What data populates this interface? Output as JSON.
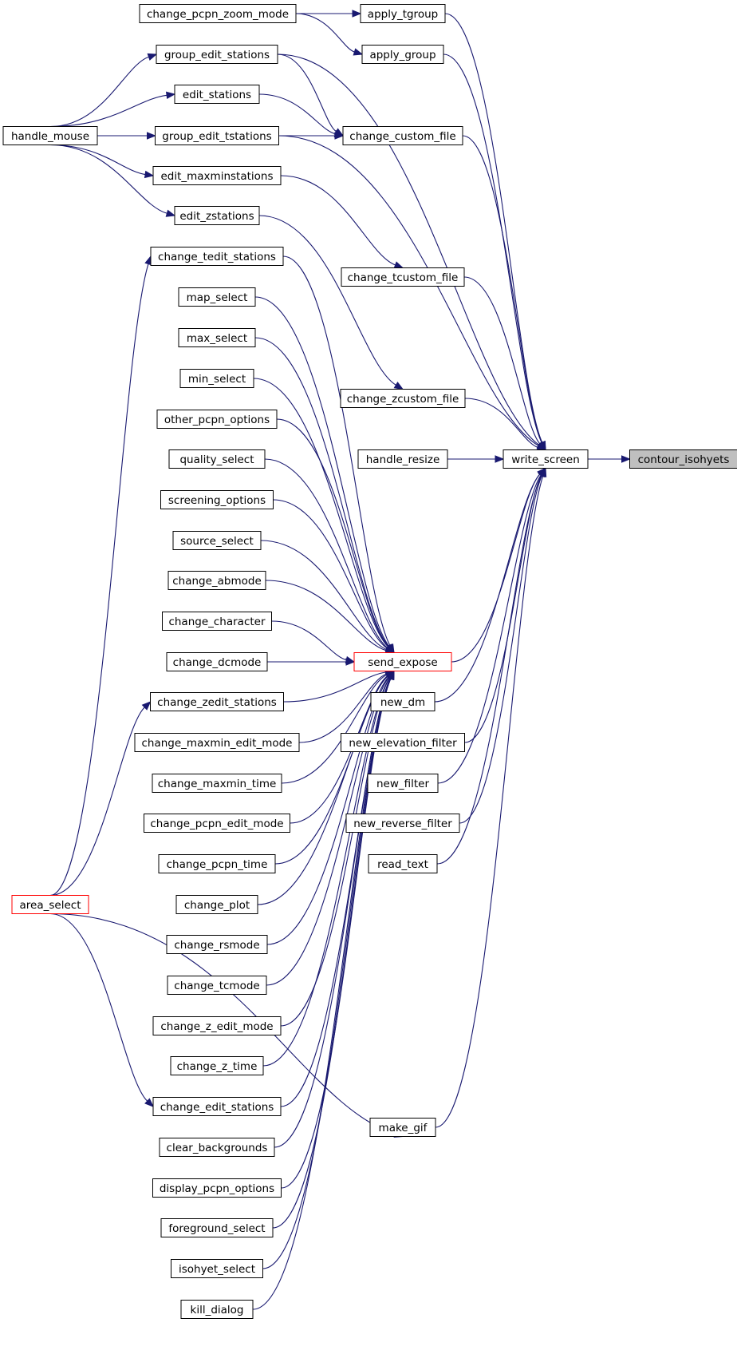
{
  "diagram": {
    "type": "call-graph",
    "colors": {
      "edge": "#191970",
      "node_border": "#000000",
      "highlight_border": "#ff0000",
      "root_fill": "#bfbfbf",
      "node_fill": "#ffffff"
    },
    "nodes": [
      {
        "id": "contour_isohyets",
        "label": "contour_isohyets",
        "role": "root"
      },
      {
        "id": "write_screen",
        "label": "write_screen"
      },
      {
        "id": "change_pcpn_zoom_mode",
        "label": "change_pcpn_zoom_mode"
      },
      {
        "id": "apply_tgroup",
        "label": "apply_tgroup"
      },
      {
        "id": "apply_group",
        "label": "apply_group"
      },
      {
        "id": "group_edit_stations",
        "label": "group_edit_stations"
      },
      {
        "id": "edit_stations",
        "label": "edit_stations"
      },
      {
        "id": "handle_mouse",
        "label": "handle_mouse"
      },
      {
        "id": "group_edit_tstations",
        "label": "group_edit_tstations"
      },
      {
        "id": "change_custom_file",
        "label": "change_custom_file"
      },
      {
        "id": "edit_maxminstations",
        "label": "edit_maxminstations"
      },
      {
        "id": "edit_zstations",
        "label": "edit_zstations"
      },
      {
        "id": "change_tedit_stations",
        "label": "change_tedit_stations"
      },
      {
        "id": "change_tcustom_file",
        "label": "change_tcustom_file"
      },
      {
        "id": "map_select",
        "label": "map_select"
      },
      {
        "id": "max_select",
        "label": "max_select"
      },
      {
        "id": "min_select",
        "label": "min_select"
      },
      {
        "id": "change_zcustom_file",
        "label": "change_zcustom_file"
      },
      {
        "id": "other_pcpn_options",
        "label": "other_pcpn_options"
      },
      {
        "id": "quality_select",
        "label": "quality_select"
      },
      {
        "id": "handle_resize",
        "label": "handle_resize"
      },
      {
        "id": "screening_options",
        "label": "screening_options"
      },
      {
        "id": "source_select",
        "label": "source_select"
      },
      {
        "id": "change_abmode",
        "label": "change_abmode"
      },
      {
        "id": "change_character",
        "label": "change_character"
      },
      {
        "id": "send_expose",
        "label": "send_expose",
        "role": "highlight"
      },
      {
        "id": "change_dcmode",
        "label": "change_dcmode"
      },
      {
        "id": "new_dm",
        "label": "new_dm"
      },
      {
        "id": "change_zedit_stations",
        "label": "change_zedit_stations"
      },
      {
        "id": "change_maxmin_edit_mode",
        "label": "change_maxmin_edit_mode"
      },
      {
        "id": "new_elevation_filter",
        "label": "new_elevation_filter"
      },
      {
        "id": "change_maxmin_time",
        "label": "change_maxmin_time"
      },
      {
        "id": "new_filter",
        "label": "new_filter"
      },
      {
        "id": "change_pcpn_edit_mode",
        "label": "change_pcpn_edit_mode"
      },
      {
        "id": "new_reverse_filter",
        "label": "new_reverse_filter"
      },
      {
        "id": "change_pcpn_time",
        "label": "change_pcpn_time"
      },
      {
        "id": "read_text",
        "label": "read_text"
      },
      {
        "id": "area_select",
        "label": "area_select",
        "role": "highlight"
      },
      {
        "id": "change_plot",
        "label": "change_plot"
      },
      {
        "id": "change_rsmode",
        "label": "change_rsmode"
      },
      {
        "id": "change_tcmode",
        "label": "change_tcmode"
      },
      {
        "id": "change_z_edit_mode",
        "label": "change_z_edit_mode"
      },
      {
        "id": "change_z_time",
        "label": "change_z_time"
      },
      {
        "id": "change_edit_stations",
        "label": "change_edit_stations"
      },
      {
        "id": "make_gif",
        "label": "make_gif"
      },
      {
        "id": "clear_backgrounds",
        "label": "clear_backgrounds"
      },
      {
        "id": "display_pcpn_options",
        "label": "display_pcpn_options"
      },
      {
        "id": "foreground_select",
        "label": "foreground_select"
      },
      {
        "id": "isohyet_select",
        "label": "isohyet_select"
      },
      {
        "id": "kill_dialog",
        "label": "kill_dialog"
      }
    ],
    "edges": [
      {
        "from": "write_screen",
        "to": "contour_isohyets"
      },
      {
        "from": "change_pcpn_zoom_mode",
        "to": "apply_tgroup"
      },
      {
        "from": "change_pcpn_zoom_mode",
        "to": "apply_group"
      },
      {
        "from": "apply_tgroup",
        "to": "write_screen"
      },
      {
        "from": "apply_group",
        "to": "write_screen"
      },
      {
        "from": "group_edit_stations",
        "to": "write_screen"
      },
      {
        "from": "group_edit_stations",
        "to": "change_custom_file"
      },
      {
        "from": "edit_stations",
        "to": "change_custom_file"
      },
      {
        "from": "group_edit_tstations",
        "to": "change_custom_file"
      },
      {
        "from": "group_edit_tstations",
        "to": "write_screen"
      },
      {
        "from": "handle_mouse",
        "to": "group_edit_stations"
      },
      {
        "from": "handle_mouse",
        "to": "edit_stations"
      },
      {
        "from": "handle_mouse",
        "to": "group_edit_tstations"
      },
      {
        "from": "handle_mouse",
        "to": "edit_maxminstations"
      },
      {
        "from": "handle_mouse",
        "to": "edit_zstations"
      },
      {
        "from": "change_custom_file",
        "to": "write_screen"
      },
      {
        "from": "edit_maxminstations",
        "to": "change_tcustom_file"
      },
      {
        "from": "edit_zstations",
        "to": "change_zcustom_file"
      },
      {
        "from": "change_tcustom_file",
        "to": "write_screen"
      },
      {
        "from": "change_zcustom_file",
        "to": "write_screen"
      },
      {
        "from": "handle_resize",
        "to": "write_screen"
      },
      {
        "from": "send_expose",
        "to": "write_screen"
      },
      {
        "from": "new_dm",
        "to": "write_screen"
      },
      {
        "from": "new_elevation_filter",
        "to": "write_screen"
      },
      {
        "from": "new_filter",
        "to": "write_screen"
      },
      {
        "from": "new_reverse_filter",
        "to": "write_screen"
      },
      {
        "from": "read_text",
        "to": "write_screen"
      },
      {
        "from": "make_gif",
        "to": "write_screen"
      },
      {
        "from": "change_tedit_stations",
        "to": "send_expose"
      },
      {
        "from": "map_select",
        "to": "send_expose"
      },
      {
        "from": "max_select",
        "to": "send_expose"
      },
      {
        "from": "min_select",
        "to": "send_expose"
      },
      {
        "from": "other_pcpn_options",
        "to": "send_expose"
      },
      {
        "from": "quality_select",
        "to": "send_expose"
      },
      {
        "from": "screening_options",
        "to": "send_expose"
      },
      {
        "from": "source_select",
        "to": "send_expose"
      },
      {
        "from": "change_abmode",
        "to": "send_expose"
      },
      {
        "from": "change_character",
        "to": "send_expose"
      },
      {
        "from": "change_dcmode",
        "to": "send_expose"
      },
      {
        "from": "change_zedit_stations",
        "to": "send_expose"
      },
      {
        "from": "change_maxmin_edit_mode",
        "to": "send_expose"
      },
      {
        "from": "change_maxmin_time",
        "to": "send_expose"
      },
      {
        "from": "change_pcpn_edit_mode",
        "to": "send_expose"
      },
      {
        "from": "change_pcpn_time",
        "to": "send_expose"
      },
      {
        "from": "change_plot",
        "to": "send_expose"
      },
      {
        "from": "change_rsmode",
        "to": "send_expose"
      },
      {
        "from": "change_tcmode",
        "to": "send_expose"
      },
      {
        "from": "change_z_edit_mode",
        "to": "send_expose"
      },
      {
        "from": "change_z_time",
        "to": "send_expose"
      },
      {
        "from": "change_edit_stations",
        "to": "send_expose"
      },
      {
        "from": "clear_backgrounds",
        "to": "send_expose"
      },
      {
        "from": "display_pcpn_options",
        "to": "send_expose"
      },
      {
        "from": "foreground_select",
        "to": "send_expose"
      },
      {
        "from": "isohyet_select",
        "to": "send_expose"
      },
      {
        "from": "kill_dialog",
        "to": "send_expose"
      },
      {
        "from": "area_select",
        "to": "change_tedit_stations"
      },
      {
        "from": "area_select",
        "to": "change_zedit_stations"
      },
      {
        "from": "area_select",
        "to": "change_edit_stations"
      },
      {
        "from": "area_select",
        "to": "make_gif"
      }
    ]
  }
}
